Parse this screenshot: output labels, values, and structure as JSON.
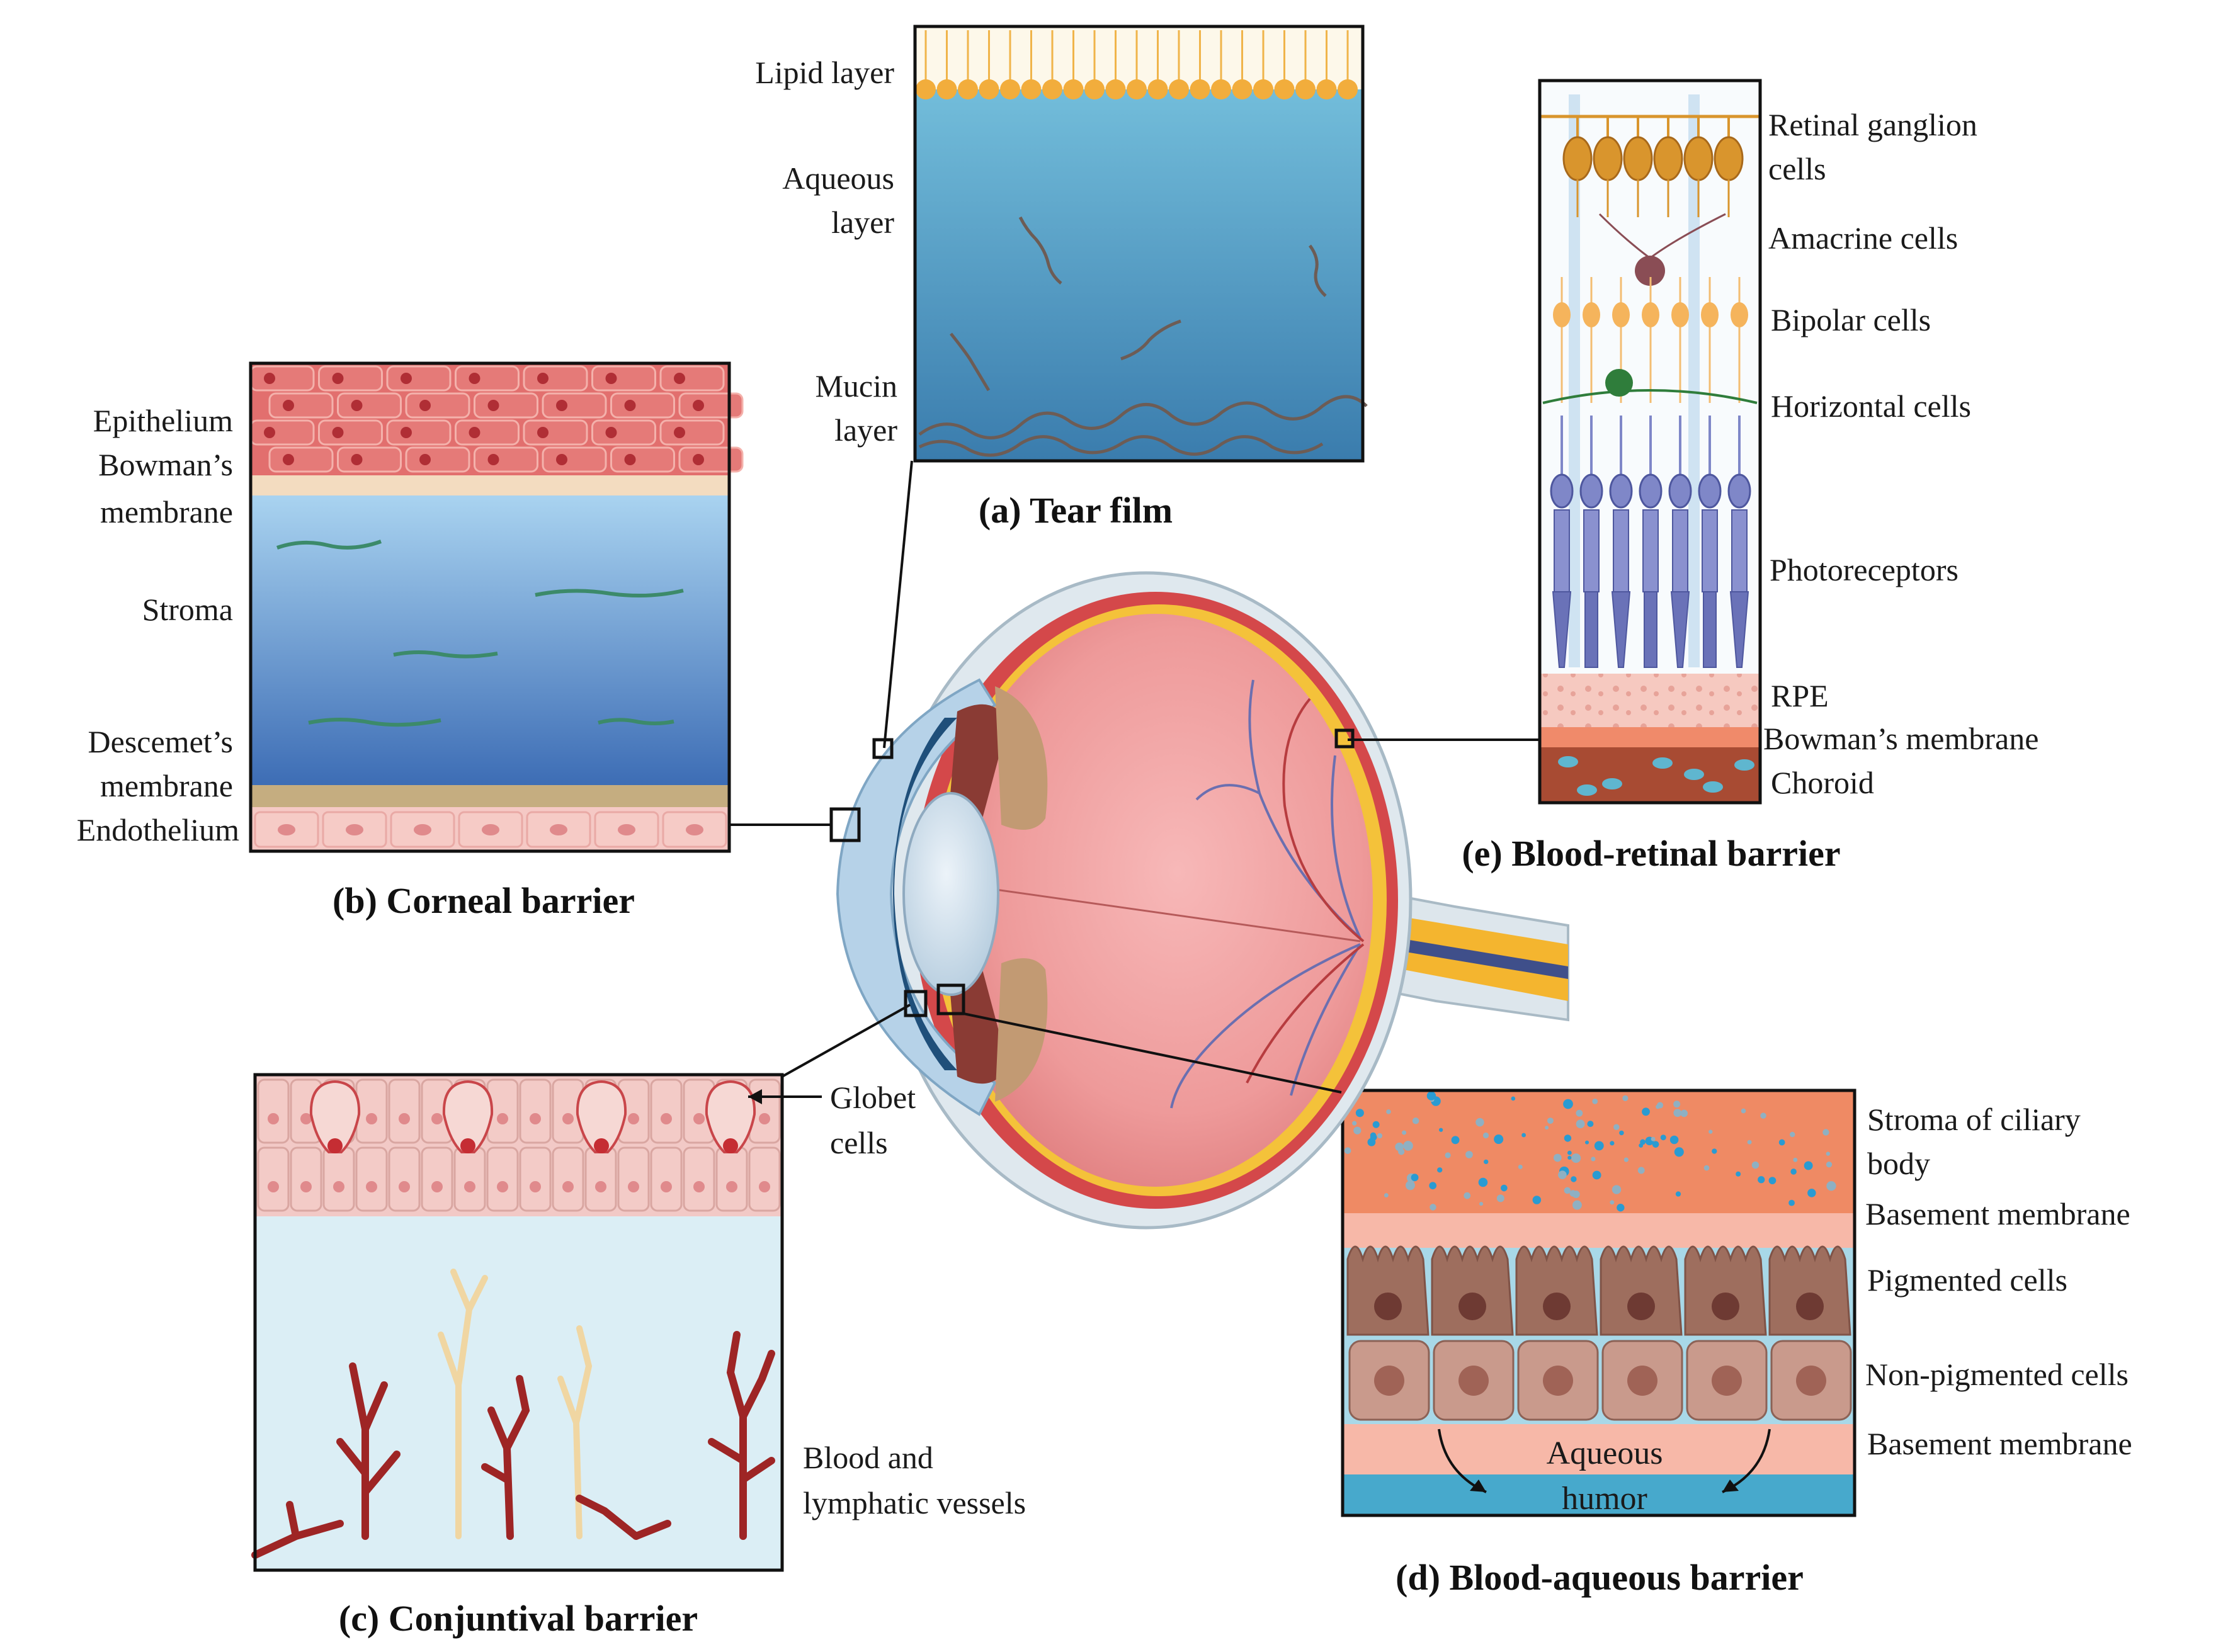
{
  "panels": {
    "tear_film": {
      "caption": "(a) Tear film",
      "labels": [
        "Lipid layer",
        "Aqueous",
        "layer",
        "Mucin",
        "layer"
      ]
    },
    "corneal": {
      "caption": "(b) Corneal barrier",
      "labels": [
        "Epithelium",
        "Bowman’s",
        "membrane",
        "Stroma",
        "Descemet’s",
        "membrane",
        "Endothelium"
      ]
    },
    "conjunctival": {
      "caption": "(c) Conjuntival barrier",
      "labels": [
        "Globet",
        "cells",
        "Blood and",
        "lymphatic vessels"
      ]
    },
    "blood_aqueous": {
      "caption": "(d) Blood-aqueous barrier",
      "labels": [
        "Stroma of ciliary",
        "body",
        "Basement membrane",
        "Pigmented cells",
        "Non-pigmented cells",
        "Basement membrane"
      ],
      "inner_labels": [
        "Aqueous",
        "humor"
      ]
    },
    "blood_retinal": {
      "caption": "(e) Blood-retinal barrier",
      "labels": [
        "Retinal ganglion",
        "cells",
        "Amacrine cells",
        "Bipolar cells",
        "Horizontal cells",
        "Photoreceptors",
        "RPE",
        "Bowman’s membrane",
        "Choroid"
      ]
    }
  },
  "colors": {
    "epithelium": "#e06b6b",
    "stroma_top": "#a9d3f0",
    "stroma_bottom": "#3f70b8",
    "tear_top": "#7ac6e0",
    "tear_bottom": "#3c7fb0",
    "lipid": "#f0b44a",
    "conj_bg": "#dbeef5",
    "vessel": "#9e2525",
    "lymph": "#f3d9a8",
    "ciliary_stroma": "#ef8a64",
    "pigmented": "#a0705f",
    "nonpigmented": "#c99a8c",
    "aqueous": "#47a9cc",
    "photoreceptor": "#7f87c8",
    "ganglion": "#d9952d",
    "choroid": "#a84b33"
  }
}
